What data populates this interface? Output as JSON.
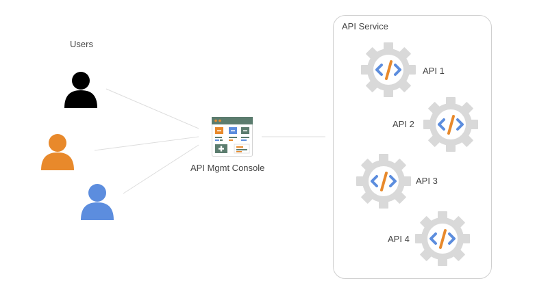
{
  "users": {
    "label": "Users",
    "items": [
      {
        "name": "user-1",
        "color": "#000000"
      },
      {
        "name": "user-2",
        "color": "#E8892B"
      },
      {
        "name": "user-3",
        "color": "#5C8DDE"
      }
    ]
  },
  "console": {
    "label": "API Mgmt Console",
    "icon": "dashboard-icon",
    "colors": {
      "header": "#5B7C6E",
      "accent": "#E8892B",
      "blue": "#5C8DDE"
    }
  },
  "service": {
    "title": "API Service",
    "apis": [
      {
        "label": "API 1"
      },
      {
        "label": "API 2"
      },
      {
        "label": "API 3"
      },
      {
        "label": "API 4"
      }
    ]
  },
  "colors": {
    "gear": "#D9D9D9",
    "code_bracket": "#5C8DDE",
    "code_slash": "#E8892B",
    "line": "#DDDDDD",
    "border": "#CFCFCF"
  }
}
